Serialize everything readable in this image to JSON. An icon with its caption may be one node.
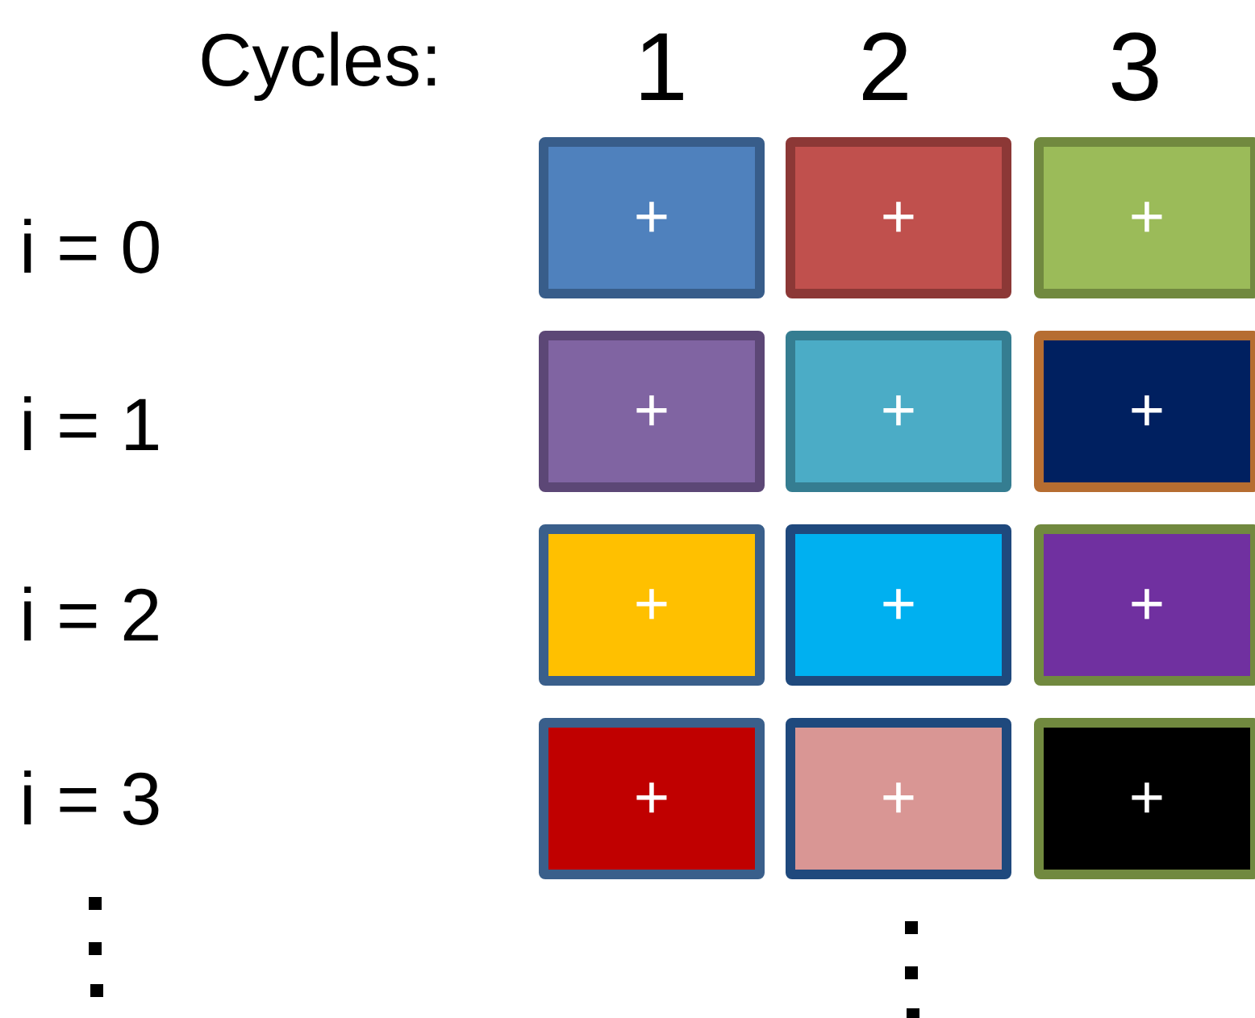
{
  "diagram": {
    "nodes": [
      {
        "text": [
          "+"
        ]
      },
      {
        "text": [
          "+"
        ]
      },
      {
        "text": [
          "+"
        ]
      },
      {
        "text": [
          "+"
        ]
      },
      {
        "text": [
          "+"
        ]
      },
      {
        "text": [
          "+"
        ]
      },
      {
        "text": [
          "+"
        ]
      },
      {
        "text": [
          "+"
        ]
      },
      {
        "text": [
          "+"
        ]
      },
      {
        "text": [
          "+"
        ]
      },
      {
        "text": [
          "+"
        ]
      },
      {
        "text": [
          "+"
        ]
      }
    ],
    "labels": [
      "Cycles:",
      "1",
      "2",
      "3",
      "i = 0",
      "i = 1",
      "i = 2",
      "i = 3"
    ]
  }
}
